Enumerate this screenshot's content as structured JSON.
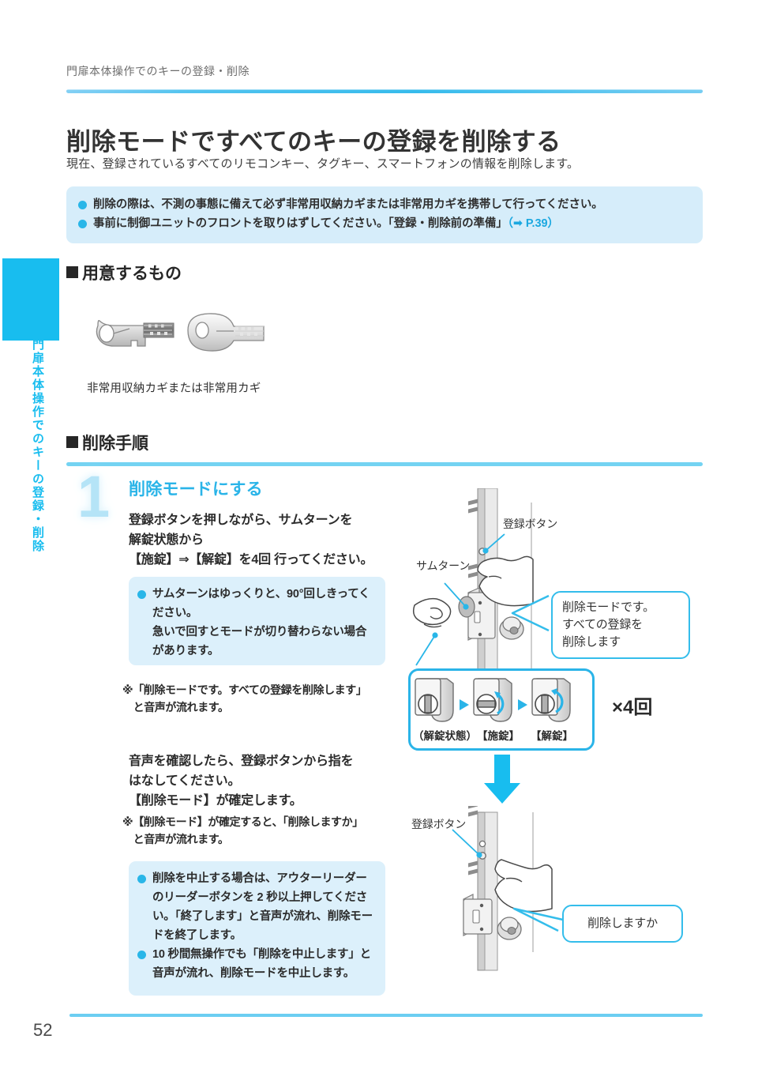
{
  "running_head": "門扉本体操作でのキーの登録・削除",
  "title": "削除モードですべてのキーの登録を削除する",
  "lede": "現在、登録されているすべてのリモコンキー、タグキー、スマートフォンの情報を削除します。",
  "notice": {
    "items": [
      "削除の際は、不測の事態に備えて必ず非常用収納カギまたは非常用カギを携帯して行ってください。",
      "事前に制御ユニットのフロントを取りはずしてください。「登録・削除前の準備」"
    ],
    "page_ref": "P.39",
    "arrow": "➡"
  },
  "side_tab": {
    "label": "門扉本体操作でのキーの登録・削除"
  },
  "sections": {
    "prepare_heading": "用意するもの",
    "steps_heading": "削除手順"
  },
  "prepare": {
    "caption": "非常用収納カギまたは非常用カギ"
  },
  "step1": {
    "number": "1",
    "title": "削除モードにする",
    "body": "登録ボタンを押しながら、サムターンを\n解錠状態から\n【施錠】⇒【解錠】を4回 行ってください。",
    "tip1": [
      "サムターンはゆっくりと、90°回しきってください。\n急いで回すとモードが切り替わらない場合があります。"
    ],
    "note1": "※「削除モードです。すべての登録を削除します」\n　と音声が流れます。",
    "body2": "音声を確認したら、登録ボタンから指を\nはなしてください。\n【削除モード】が確定します。",
    "note2": "※【削除モード】が確定すると、「削除しますか」\n　と音声が流れます。",
    "tip2": [
      "削除を中止する場合は、アウターリーダーのリーダーボタンを 2 秒以上押してください。「終了します」と音声が流れ、削除モードを終了します。",
      "10 秒間無操作でも「削除を中止します」と音声が流れ、削除モードを中止します。"
    ]
  },
  "illustration": {
    "label_register_button_top": "登録ボタン",
    "label_thumbturn": "サムターン",
    "callout_top": "削除モードです。\nすべての登録を\n削除します",
    "label_register_button_bottom": "登録ボタン",
    "callout_bottom": "削除しますか",
    "sequence": {
      "captions": [
        "（解錠状態）",
        "【施錠】",
        "【解錠】"
      ],
      "times": "×4回"
    }
  },
  "footer": {
    "page_number": "52"
  },
  "colors": {
    "accent": "#2ab4e8",
    "tab": "#18bdef",
    "notice_bg": "#d6edfa",
    "tip_bg": "#dcf0fb",
    "rule": "#74d3f2"
  }
}
